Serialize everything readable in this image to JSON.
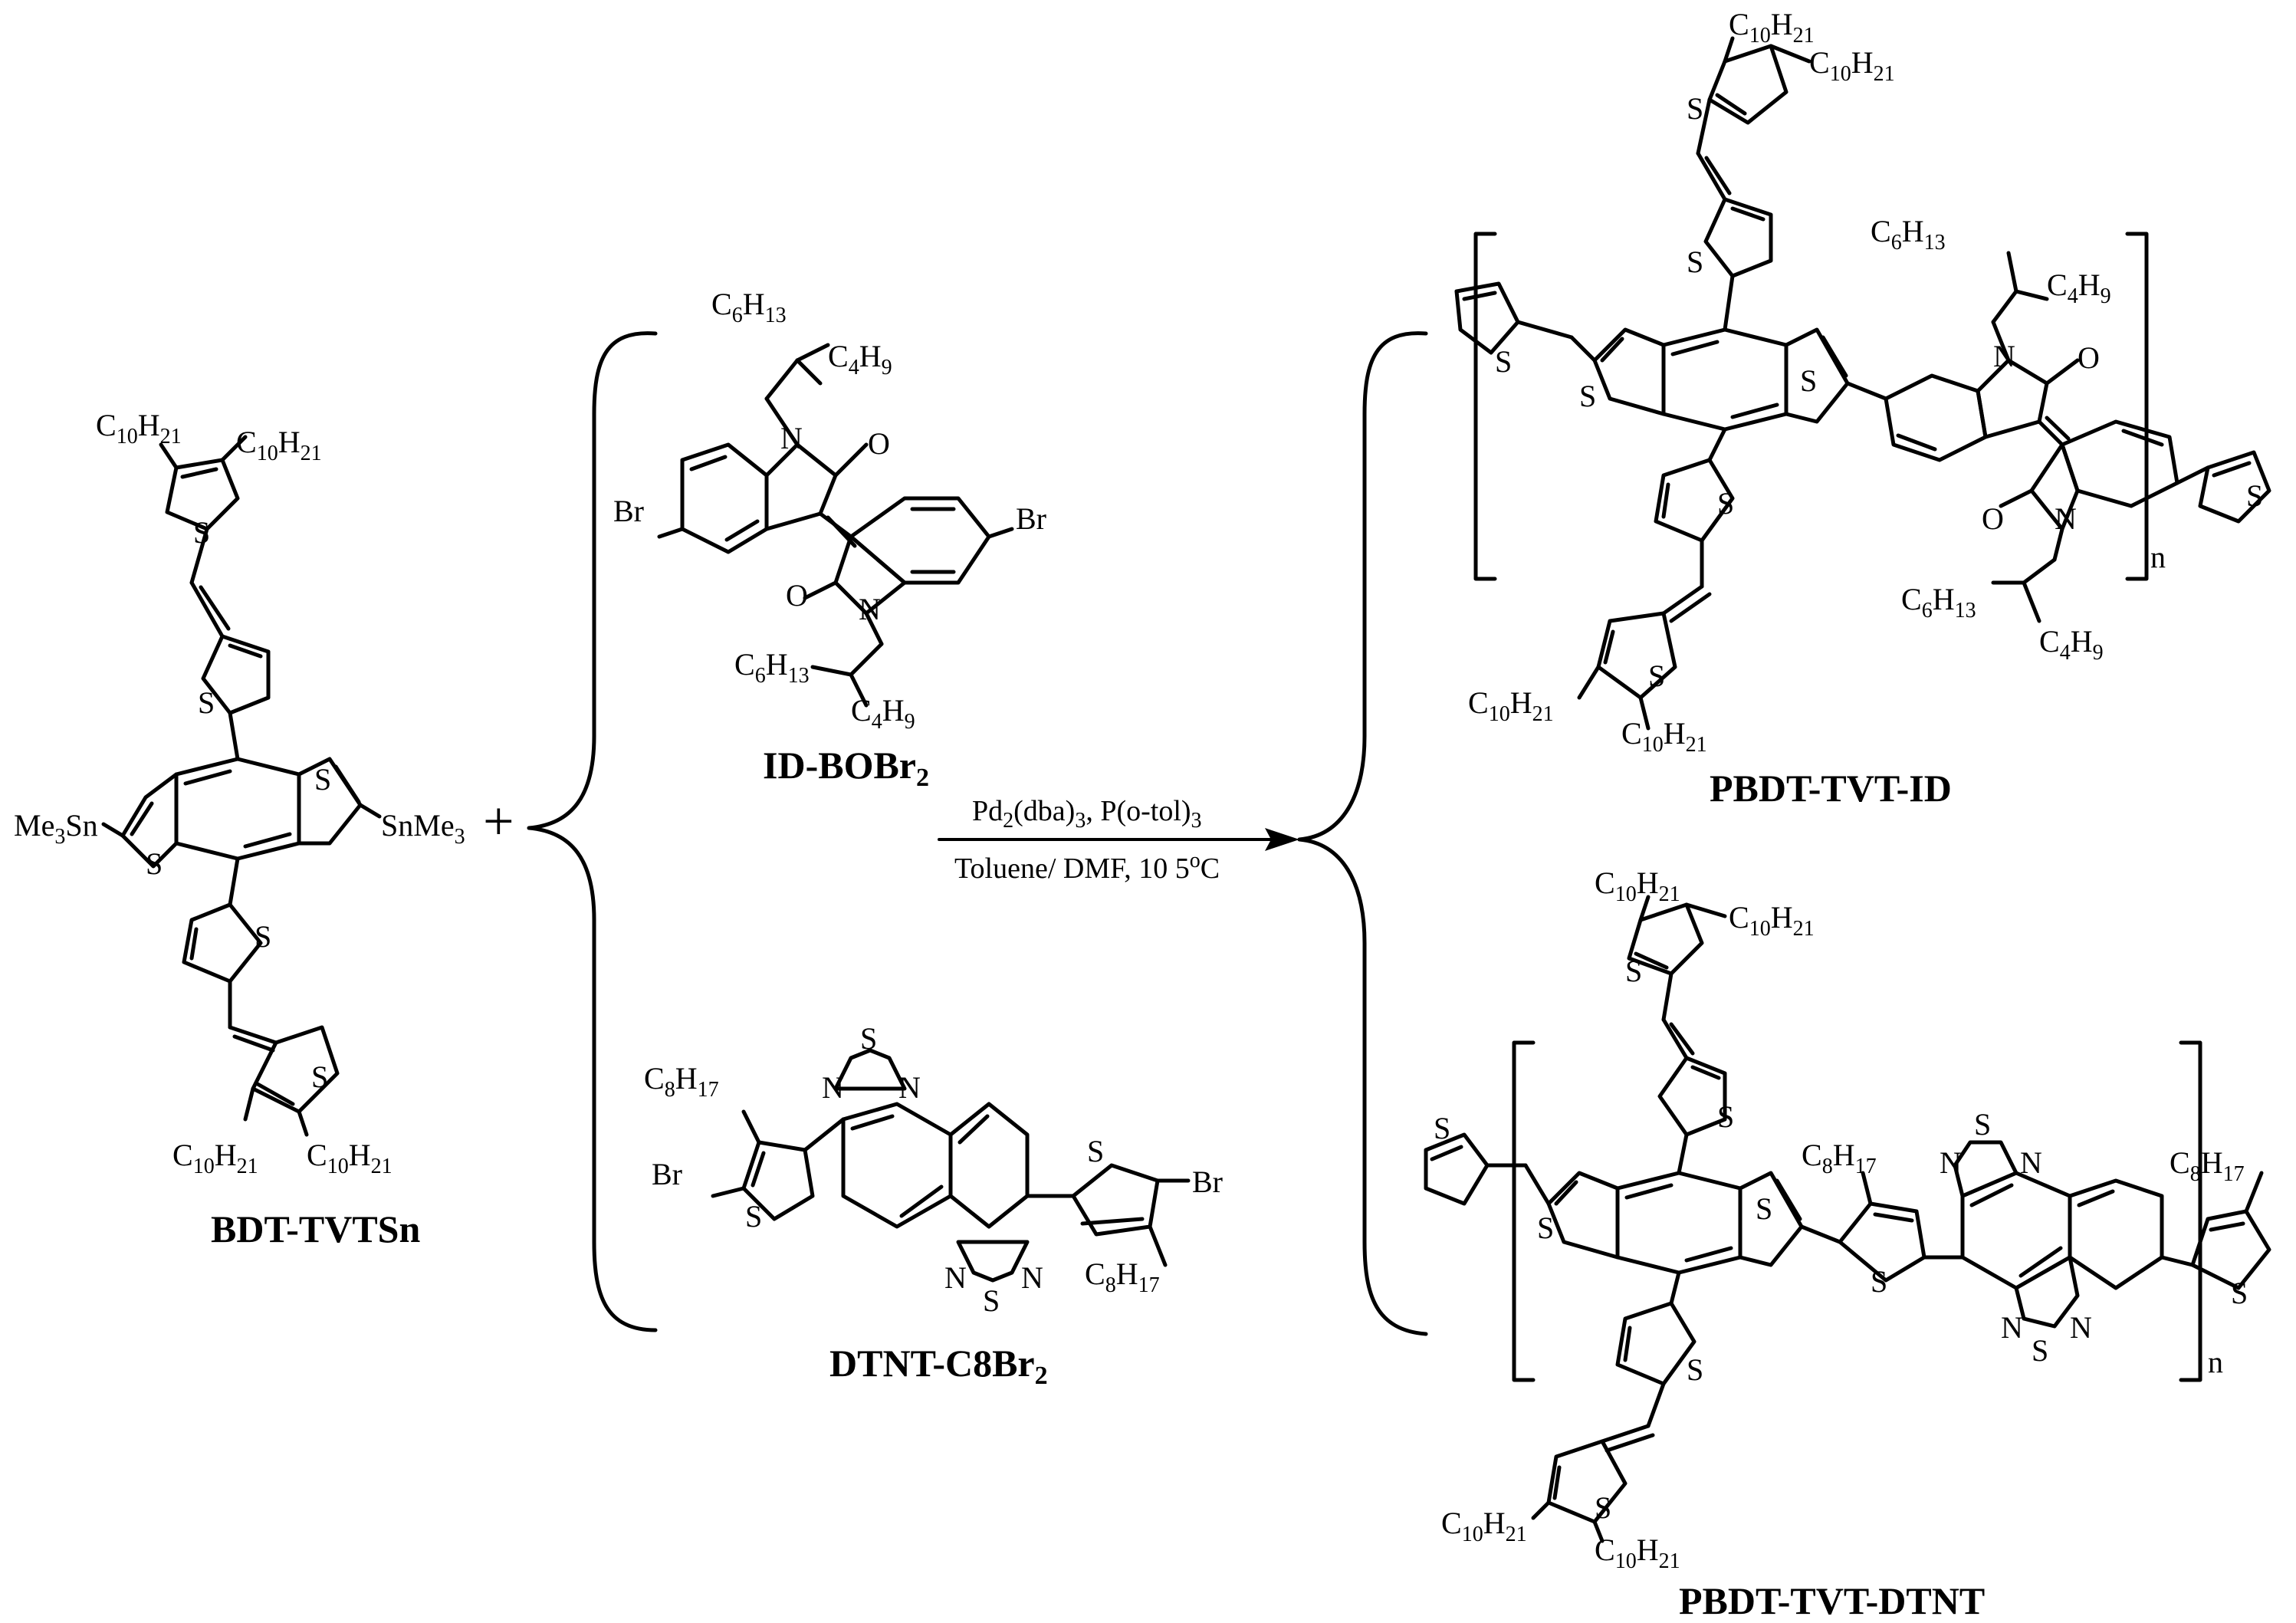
{
  "reactants": {
    "donor": {
      "name": "BDT-TVTSn",
      "end_groups": [
        "Me3Sn",
        "SnMe3"
      ],
      "side_chains": [
        "C10H21",
        "C10H21",
        "C10H21",
        "C10H21"
      ]
    },
    "plus_sign": "+",
    "acceptors": [
      {
        "name": "ID-BOBr",
        "name_subscript": "2",
        "halogens": [
          "Br",
          "Br"
        ],
        "side_chains": [
          "C6H13",
          "C4H9",
          "C6H13",
          "C4H9"
        ]
      },
      {
        "name": "DTNT-C8Br",
        "name_subscript": "2",
        "halogens": [
          "Br",
          "Br"
        ],
        "side_chains": [
          "C8H17",
          "C8H17"
        ]
      }
    ]
  },
  "conditions": {
    "catalyst": "Pd2(dba)3",
    "ligand": "P(o-tol)3",
    "solvent": "Toluene/ DMF",
    "temperature": "10 5oC"
  },
  "products": [
    {
      "name": "PBDT-TVT-ID",
      "repeat": "n",
      "side_chains": [
        "C10H21",
        "C10H21",
        "C10H21",
        "C10H21",
        "C6H13",
        "C4H9",
        "C6H13",
        "C4H9"
      ]
    },
    {
      "name": "PBDT-TVT-DTNT",
      "repeat": "n",
      "side_chains": [
        "C10H21",
        "C10H21",
        "C10H21",
        "C10H21",
        "C8H17",
        "C8H17"
      ]
    }
  ],
  "atoms": {
    "sulfur": "S",
    "nitrogen": "N",
    "oxygen": "O"
  }
}
